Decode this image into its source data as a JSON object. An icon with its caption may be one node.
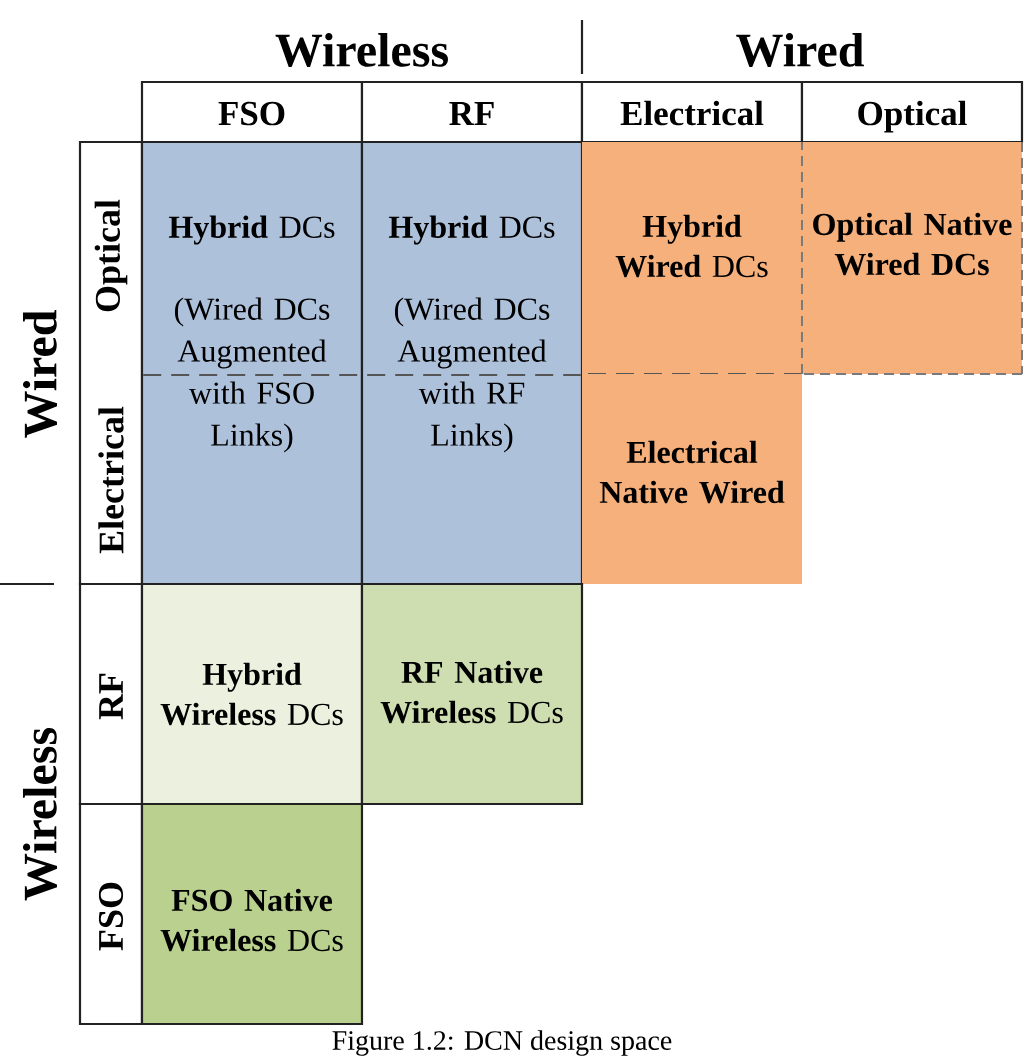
{
  "diagram": {
    "caption": "Figure 1.2: DCN design space",
    "nodes": [
      {
        "text": [
          "FSO"
        ]
      },
      {
        "text": [
          "RF"
        ]
      },
      {
        "text": [
          "Electrical"
        ]
      },
      {
        "text": [
          "Optical"
        ]
      },
      {
        "text": [
          "Optical",
          "Electrical"
        ]
      },
      {
        "text": [
          "**Hybrid** DCs",
          "(Wired DCs Augmented with FSO Links)"
        ]
      },
      {
        "text": [
          "**Hybrid** DCs",
          "(Wired DCs Augmented with RF Links)"
        ]
      },
      {
        "text": [
          "**Hybrid Wired** DCs"
        ]
      },
      {
        "text": [
          "Optical Native Wired DCs"
        ]
      },
      {
        "text": [
          "Electrical Native Wired"
        ]
      },
      {
        "text": [
          "RF"
        ]
      },
      {
        "text": [
          "**Hybrid Wireless** DCs"
        ]
      },
      {
        "text": [
          "**RF Native Wireless** DCs"
        ]
      },
      {
        "text": [
          "FSO"
        ]
      },
      {
        "text": [
          "**FSO Native Wireless** DCs"
        ]
      }
    ],
    "labels": [
      "Wireless",
      "Wired",
      "Wired",
      "Wireless"
    ]
  }
}
